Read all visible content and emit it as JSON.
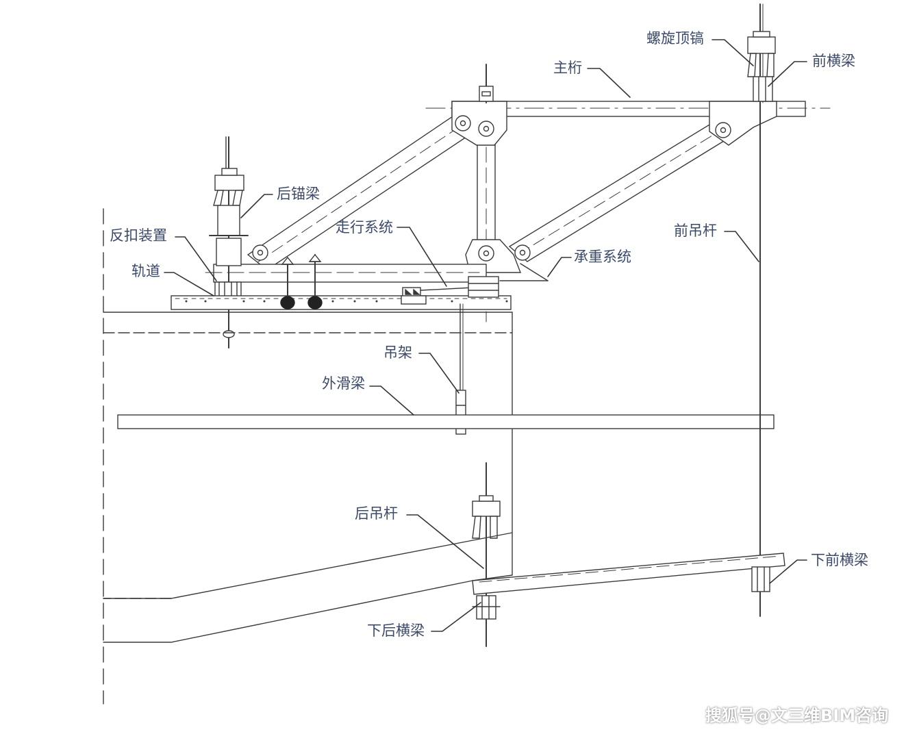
{
  "labels": {
    "spiral_jack": "螺旋顶镐",
    "front_cross_beam": "前横梁",
    "main_truss": "主桁",
    "rear_anchor_beam": "后锚梁",
    "reverse_buckle_device": "反扣装置",
    "walking_system": "走行系统",
    "track": "轨道",
    "front_hanger_rod": "前吊杆",
    "load_bearing_system": "承重系统",
    "hanging_frame": "吊架",
    "outer_sliding_beam": "外滑梁",
    "rear_hanger_rod": "后吊杆",
    "lower_front_cross_beam": "下前横梁",
    "lower_rear_cross_beam": "下后横梁"
  },
  "watermark": "搜狐号@文三维BIM咨询",
  "colors": {
    "line": "#3a3a3a",
    "label": "#3c4a6a",
    "background": "#ffffff"
  }
}
